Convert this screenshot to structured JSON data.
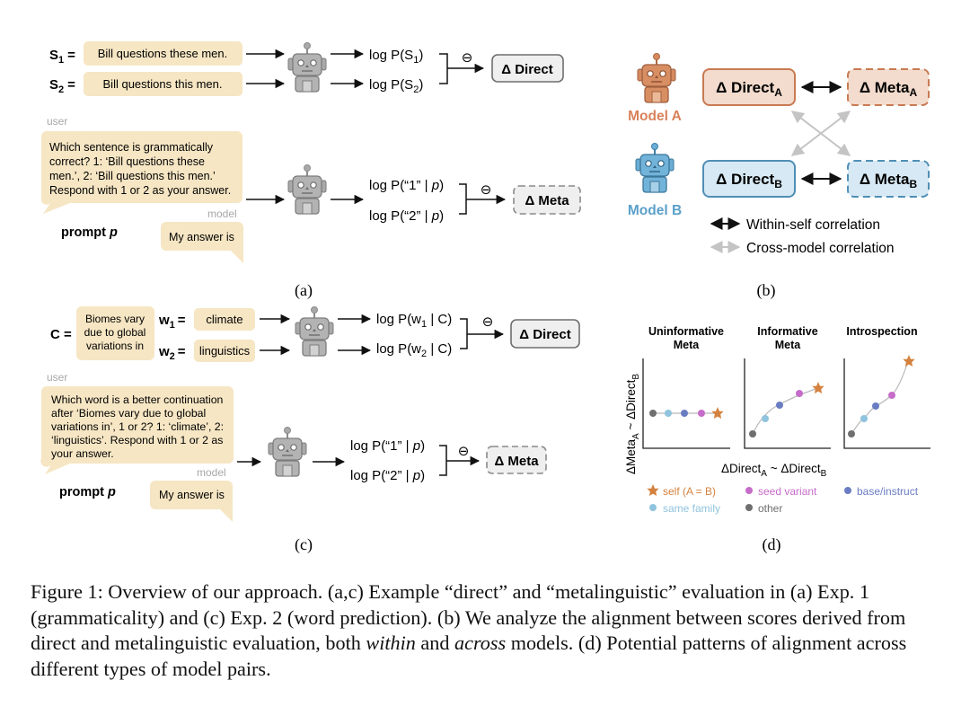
{
  "panel_a": {
    "s1_label": "S",
    "s1_sub": "1",
    "s2_label": "S",
    "s2_sub": "2",
    "equals": "=",
    "s1_text": "Bill questions these men.",
    "s2_text": "Bill questions this men.",
    "logp_s1_pre": "log P(S",
    "logp_s1_sub": "1",
    "logp_s1_post": ")",
    "logp_s2_pre": "log P(S",
    "logp_s2_sub": "2",
    "logp_s2_post": ")",
    "minus": "⊖",
    "direct_box": "Δ Direct",
    "user_label": "user",
    "user_bubble_lines": [
      "Which sentence is grammatically",
      "correct? 1: ‘Bill questions these",
      "men.’, 2: ‘Bill questions this men.’",
      "Respond with 1 or 2 as your answer."
    ],
    "model_label": "model",
    "model_bubble": "My answer is",
    "prompt_label": "prompt",
    "prompt_var": "p",
    "logp_1": "log P(“1” | p)",
    "logp_1_pre": "log P(“1” | ",
    "logp_2_pre": "log P(“2” | ",
    "logp_var": "p",
    "logp_close": ")",
    "meta_box": "Δ Meta",
    "panel_label": "(a)"
  },
  "panel_b": {
    "direct_a": "Δ Direct",
    "direct_a_sub": "A",
    "meta_a": "Δ Meta",
    "meta_a_sub": "A",
    "direct_b": "Δ Direct",
    "direct_b_sub": "B",
    "meta_b": "Δ Meta",
    "meta_b_sub": "B",
    "model_a": "Model A",
    "model_b": "Model B",
    "legend_within": "Within-self correlation",
    "legend_cross": "Cross-model correlation",
    "panel_label": "(b)"
  },
  "panel_c": {
    "c_label": "C =",
    "c_text_lines": [
      "Biomes vary",
      "due to global",
      "variations in"
    ],
    "w1_label": "w",
    "w1_sub": "1",
    "w2_label": "w",
    "w2_sub": "2",
    "equals": "=",
    "w1_text": "climate",
    "w2_text": "linguistics",
    "logp_w1_pre": "log P(w",
    "logp_w1_sub": "1",
    "logp_w1_post": " | C)",
    "logp_w2_pre": "log P(w",
    "logp_w2_sub": "2",
    "logp_w2_post": " | C)",
    "minus": "⊖",
    "direct_box": "Δ Direct",
    "user_label": "user",
    "user_bubble_lines": [
      "Which word is a better continuation",
      "after ‘Biomes vary due to global",
      "variations in’, 1 or 2? 1: ‘climate’, 2:",
      "‘linguistics’. Respond with 1 or 2 as",
      "your answer."
    ],
    "model_label": "model",
    "model_bubble": "My answer is",
    "prompt_label": "prompt",
    "prompt_var": "p",
    "logp_1_pre": "log P(“1” | ",
    "logp_2_pre": "log P(“2” | ",
    "logp_var": "p",
    "logp_close": ")",
    "meta_box": "Δ Meta",
    "panel_label": "(c)"
  },
  "panel_d": {
    "titles": [
      [
        "Uninformative",
        "Meta"
      ],
      [
        "Informative",
        "Meta"
      ],
      [
        "Introspection"
      ]
    ],
    "ylabel_main": "ΔMeta",
    "ylabel_sub_a": "A",
    "ylabel_mid": " ~ ΔDirect",
    "ylabel_sub_b": "B",
    "xlabel_main": "ΔDirect",
    "xlabel_sub_a": "A",
    "xlabel_mid": " ~ ΔDirect",
    "xlabel_sub_b": "B",
    "legend": [
      {
        "label": "self (A = B)",
        "color": "#d4823f",
        "marker": "star"
      },
      {
        "label": "seed variant",
        "color": "#c66cc9",
        "marker": "dot"
      },
      {
        "label": "base/instruct",
        "color": "#6a7dc2",
        "marker": "dot"
      },
      {
        "label": "same family",
        "color": "#90c3dd",
        "marker": "dot"
      },
      {
        "label": "other",
        "color": "#6f6f6f",
        "marker": "dot"
      }
    ],
    "panel_label": "(d)"
  },
  "colors": {
    "bubble": "#f6e6c4",
    "model_a_fill": "#f3dccd",
    "model_a_stroke": "#c97a52",
    "model_a_text": "#d9825a",
    "model_b_fill": "#d7e9f4",
    "model_b_stroke": "#4f8fb6",
    "model_b_text": "#5aa0c9",
    "robot_gray": "#a9a9a9",
    "box_gray": "#efefef",
    "cross_gray": "#c8c8c8"
  },
  "caption": {
    "figure_label": "Figure 1:",
    "text_1": " Overview of our approach. (a,c) Example “direct” and “metalinguistic” evaluation in (a) Exp. 1 (grammaticality) and (c) Exp. 2 (word prediction). (b) We analyze the alignment between scores derived from direct and metalinguistic evaluation, both ",
    "em_within": "within",
    "text_2": " and ",
    "em_across": "across",
    "text_3": " models. (d) Potential patterns of alignment across different types of model pairs."
  }
}
